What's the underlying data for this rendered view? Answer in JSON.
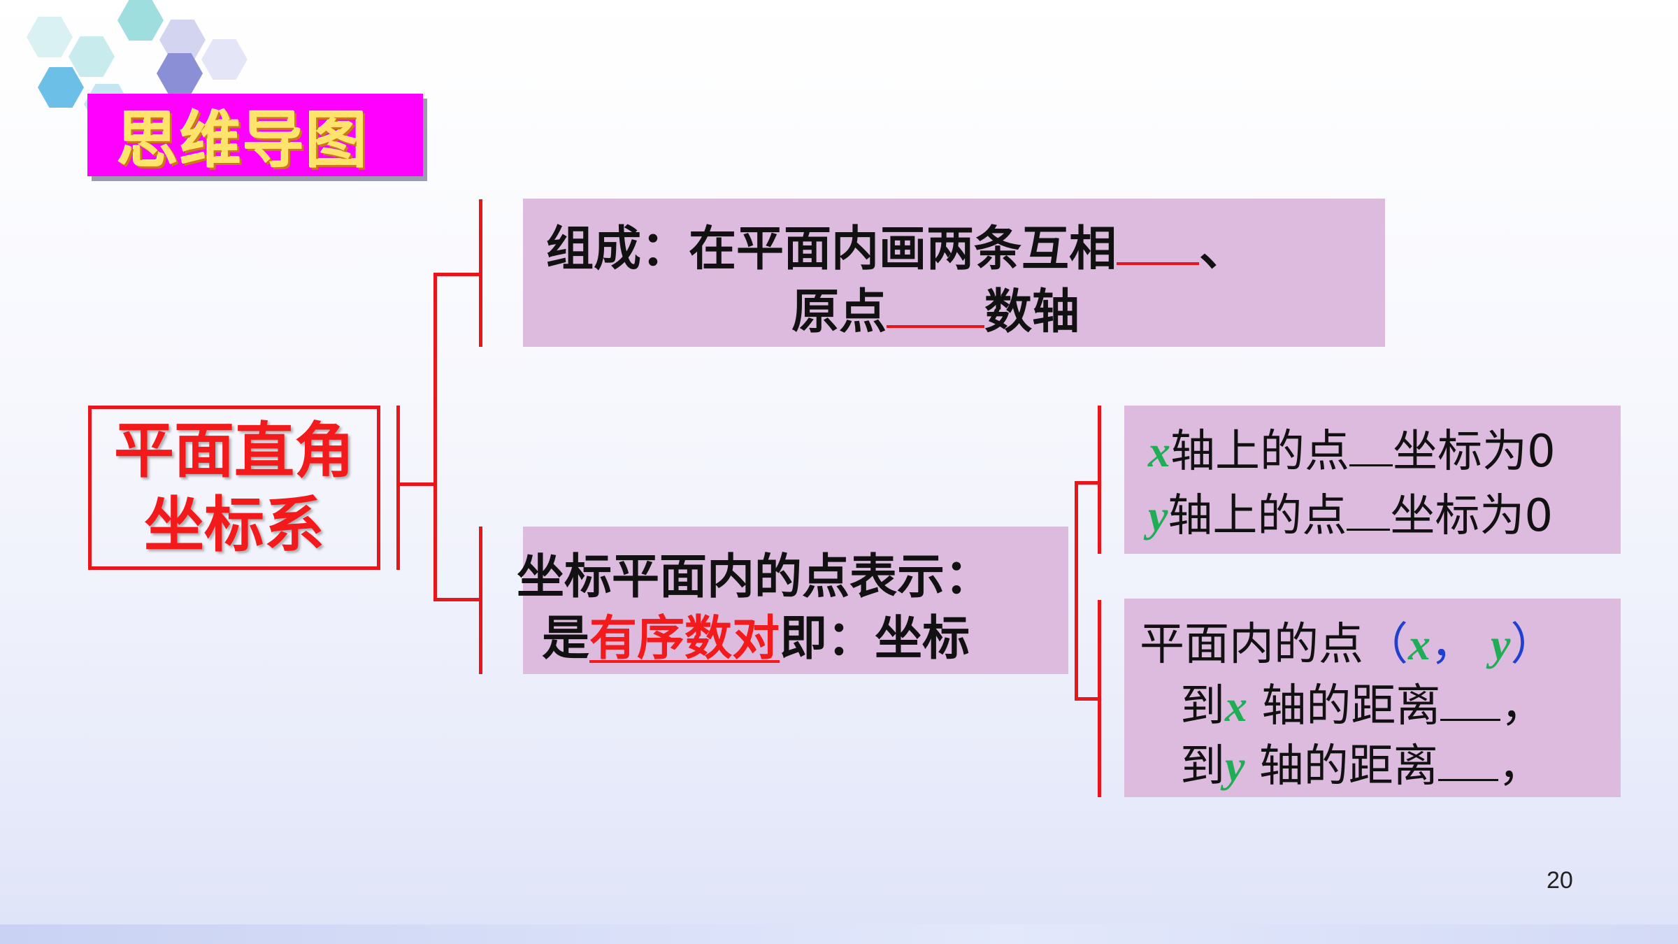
{
  "title": "思维导图",
  "root": {
    "line1": "平面直角",
    "line2": "坐标系"
  },
  "composition": {
    "line1_text": "组成：在平面内画两条互相",
    "line1_end": "、",
    "line2_start": "原点",
    "line2_end": "数轴"
  },
  "point_repr": {
    "line1": "坐标平面内的点表示：",
    "line2_start": "是",
    "line2_emph": "有序数对",
    "line2_end": "即：坐标"
  },
  "axis_points": {
    "x_var": "x",
    "x_text_a": "轴上的点",
    "x_text_b": "坐标为0",
    "y_var": "y",
    "y_text_a": "轴上的点",
    "y_text_b": "坐标为0"
  },
  "distance": {
    "line1_text": "平面内的点",
    "open_paren": "（",
    "x_var": "x",
    "comma": "，",
    "y_var": "y",
    "close_paren": "）",
    "line2_start": "到",
    "line2_var": "x",
    "line2_end": " 轴的距离",
    "line2_tail": "，",
    "line3_start": "到",
    "line3_var": "y",
    "line3_end": " 轴的距离",
    "line3_tail": "，"
  },
  "page_number": "20",
  "colors": {
    "title_bg": "#ff00ff",
    "title_text": "#ffe36a",
    "bracket_red": "#e8151b",
    "box_fill": "#ddbbdf",
    "variable_green": "#1fae55",
    "paren_blue": "#2040d0"
  }
}
